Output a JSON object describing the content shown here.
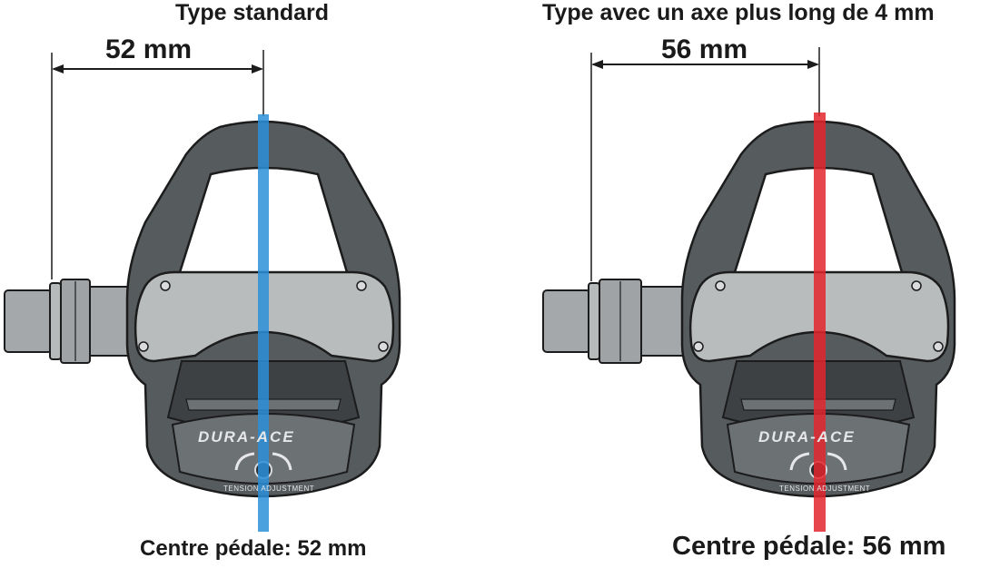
{
  "colors": {
    "pedal_body": "#565b5e",
    "pedal_body_dark": "#3d4144",
    "pedal_body_light": "#6c7174",
    "plate": "#b9bcbd",
    "axle": "#a5a8aa",
    "outline": "#1c1c1c",
    "line_standard": "#2b8fd8",
    "line_long": "#e3262e"
  },
  "panels": [
    {
      "title": "Type standard",
      "dimension": "52 mm",
      "caption": "Centre pédale: 52 mm",
      "brand": "DURA-ACE",
      "adjust_label": "TENSION ADJUSTMENT",
      "line_color_key": "line_standard"
    },
    {
      "title": "Type avec un axe plus long de 4 mm",
      "dimension": "56 mm",
      "caption": "Centre pédale: 56 mm",
      "brand": "DURA-ACE",
      "adjust_label": "TENSION ADJUSTMENT",
      "line_color_key": "line_long"
    }
  ]
}
